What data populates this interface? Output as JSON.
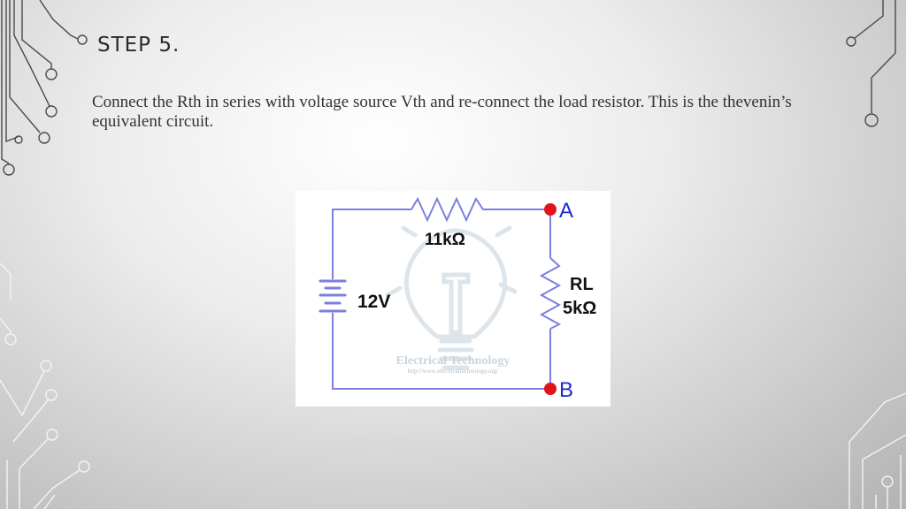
{
  "slide": {
    "title": "STEP 5.",
    "body": "Connect the Rth in series with voltage source Vth and re-connect the load resistor. This is the thevenin’s equivalent circuit."
  },
  "circuit": {
    "resistor_top_value": "11kΩ",
    "source_voltage": "12V",
    "load_name": "RL",
    "load_value": "5kΩ",
    "node_a": "A",
    "node_b": "B",
    "watermark_name": "Electrical Technology",
    "watermark_url": "http://www.electricaltechnology.org/"
  },
  "colors": {
    "wire": "#7b7fe0",
    "node_dot": "#e0141a",
    "node_label": "#1a2ad0",
    "label_text": "#111111",
    "watermark": "#c9d4dc"
  }
}
